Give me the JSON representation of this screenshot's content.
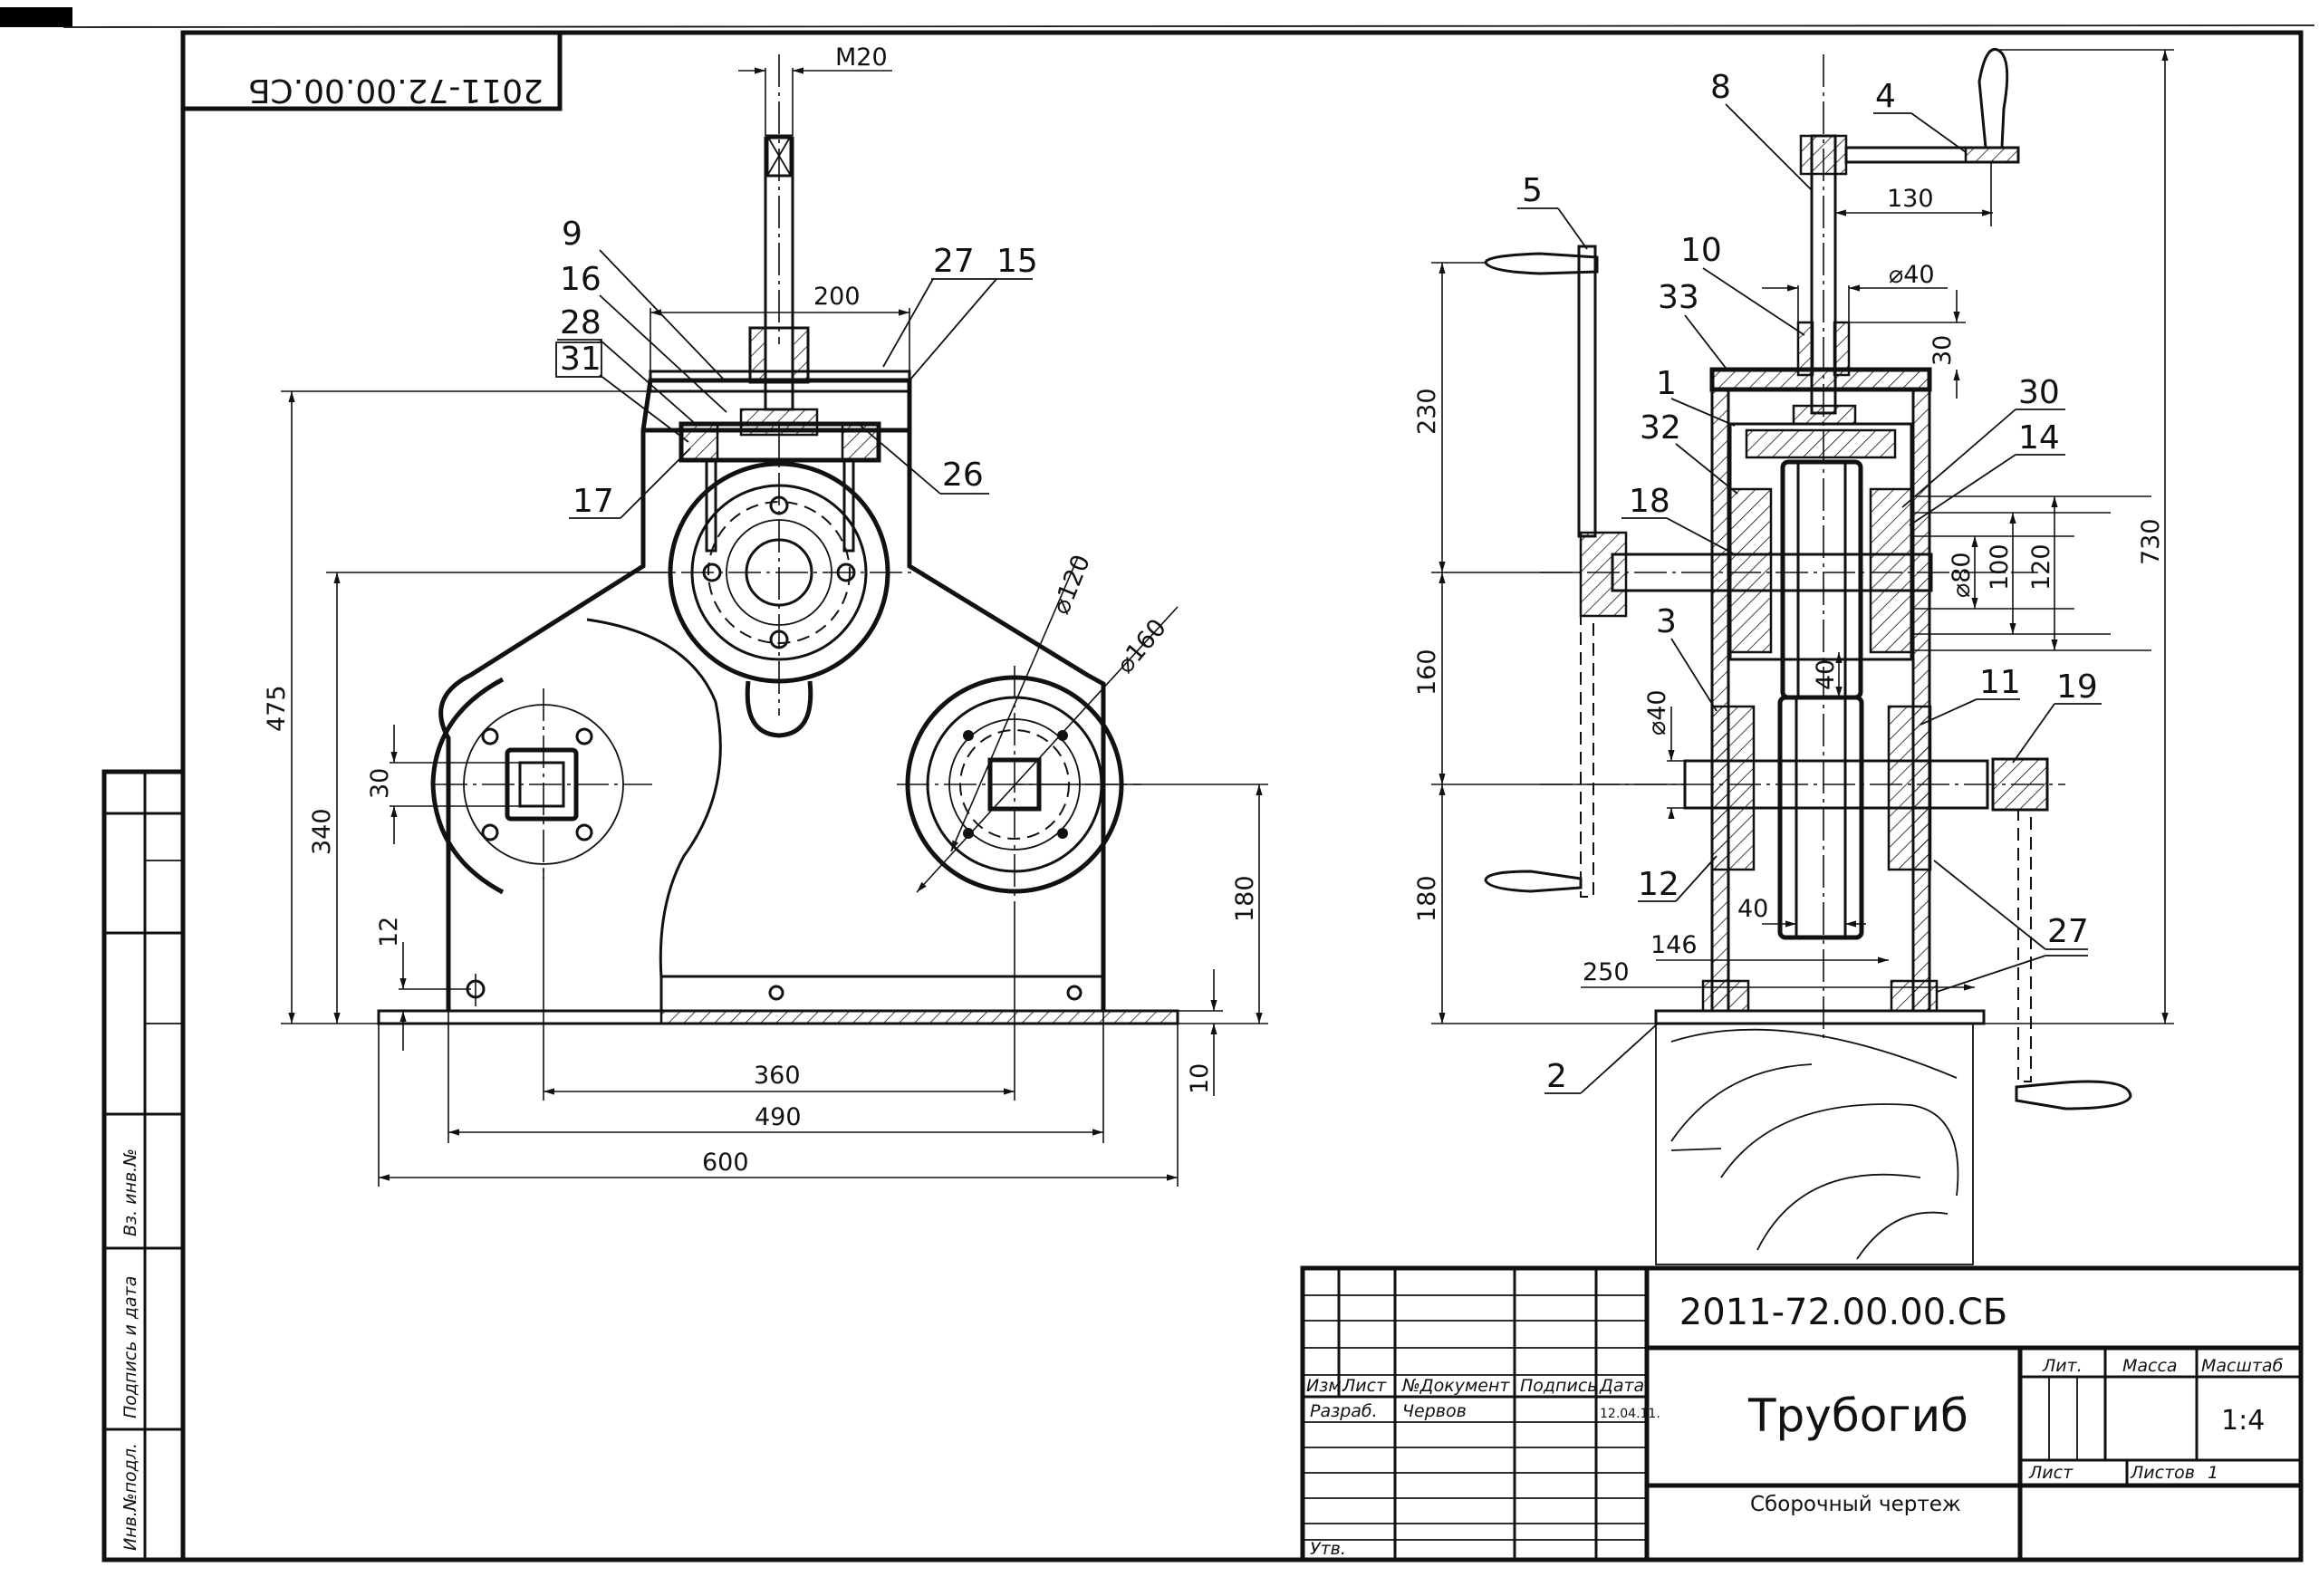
{
  "drawing": {
    "code": "2011-72.00.00.СБ",
    "code_mirrored": "2011-72.00.00.СБ",
    "title": "Трубогиб",
    "doc_type": "Сборочный чертеж"
  },
  "title_block": {
    "header": {
      "izm": "Изм.",
      "list": "Лист",
      "ndoc": "№Документ",
      "podpis": "Подпись",
      "data": "Дата"
    },
    "rows": {
      "razrab": "Разраб.",
      "author": "Червов",
      "date": "12.04.11.",
      "utv": "Утв."
    },
    "lit_label": "Лит.",
    "massa_label": "Масса",
    "masshtab_label": "Масштаб",
    "scale": "1:4",
    "list_label": "Лист",
    "listov_label": "Листов",
    "listov_value": "1"
  },
  "side_strip": {
    "inv_podl": "Инв.№подл.",
    "podpis_data": "Подпись и дата",
    "vz_inv": "Вз. инв.№"
  },
  "front_view": {
    "dims": {
      "m20": "M20",
      "d200": "200",
      "d475": "475",
      "d340": "340",
      "d30": "30",
      "d12": "12",
      "d120": "⌀120",
      "d160": "⌀160",
      "d180": "180",
      "d10": "10",
      "d360": "360",
      "d490": "490",
      "d600": "600"
    },
    "parts": {
      "p9": "9",
      "p16": "16",
      "p28": "28",
      "p31": "31",
      "p27": "27",
      "p15": "15",
      "p17": "17",
      "p26": "26"
    }
  },
  "side_view": {
    "dims": {
      "d130": "130",
      "d40a": "⌀40",
      "d30": "30",
      "d230": "230",
      "d160": "160",
      "d180": "180",
      "d730": "730",
      "d80": "⌀80",
      "d100": "100",
      "d120": "120",
      "d40b": "40",
      "d40c": "⌀40",
      "d40d": "40",
      "d146": "146",
      "d250": "250"
    },
    "parts": {
      "p8": "8",
      "p4": "4",
      "p5": "5",
      "p10": "10",
      "p33": "33",
      "p1": "1",
      "p32": "32",
      "p18": "18",
      "p3": "3",
      "p30": "30",
      "p14": "14",
      "p11": "11",
      "p19": "19",
      "p12": "12",
      "p27": "27",
      "p2": "2"
    }
  }
}
